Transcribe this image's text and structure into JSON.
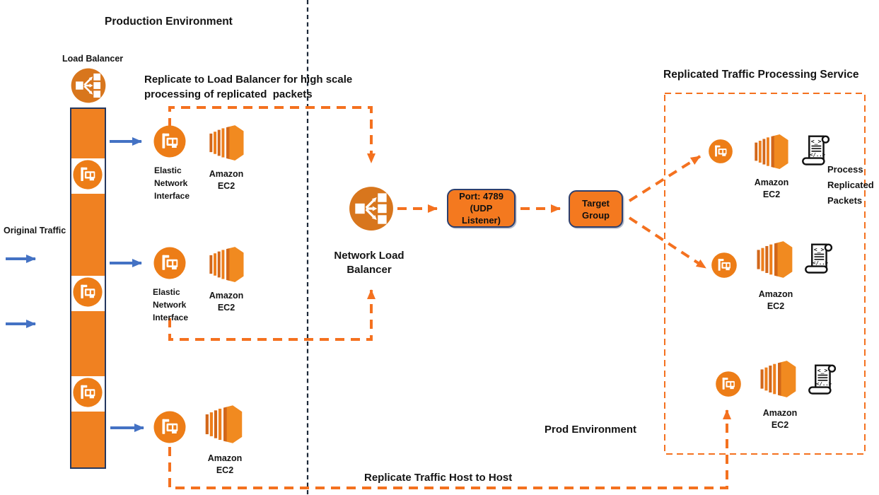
{
  "production": {
    "title": "Production Environment",
    "load_balancer_label": "Load Balancer",
    "original_traffic_label": "Original Traffic",
    "replicate_note": "Replicate to Load Balancer for high scale\nprocessing of replicated  packets",
    "eni_label": "Elastic\nNetwork\nInterface",
    "amazon_ec2_label": "Amazon\nEC2"
  },
  "middle": {
    "nlb_label": "Network Load\nBalancer",
    "port_box_label": "Port: 4789\n(UDP\nListener)",
    "target_group_label": "Target\nGroup"
  },
  "replicated_service": {
    "title": "Replicated Traffic Processing Service",
    "amazon_ec2_label": "Amazon\nEC2",
    "process_label": "Process\nReplicated\nPackets"
  },
  "footer": {
    "prod_environment_label": "Prod Environment",
    "replicate_host_label": "Replicate Traffic Host to Host"
  },
  "icons": {
    "load_balancer_icon": "elastic-load-balancer",
    "network_load_balancer_icon": "elastic-load-balancer",
    "eni_icon": "elastic-network-interface-card",
    "ec2_icon": "amazon-ec2-instance-box",
    "script_scroll_icon": "code-script-scroll",
    "script_scroll_glyphs": "<_> </..>"
  },
  "colors": {
    "aws_orange": "#ED7D17",
    "aws_orange_dark": "#D2671A",
    "bar_orange": "#F08121",
    "connector_orange": "#F4711F",
    "arrow_blue": "#4472C4",
    "box_border_navy": "#2C3F6E",
    "separator_ink": "#1C2838",
    "text_ink": "#141414"
  }
}
